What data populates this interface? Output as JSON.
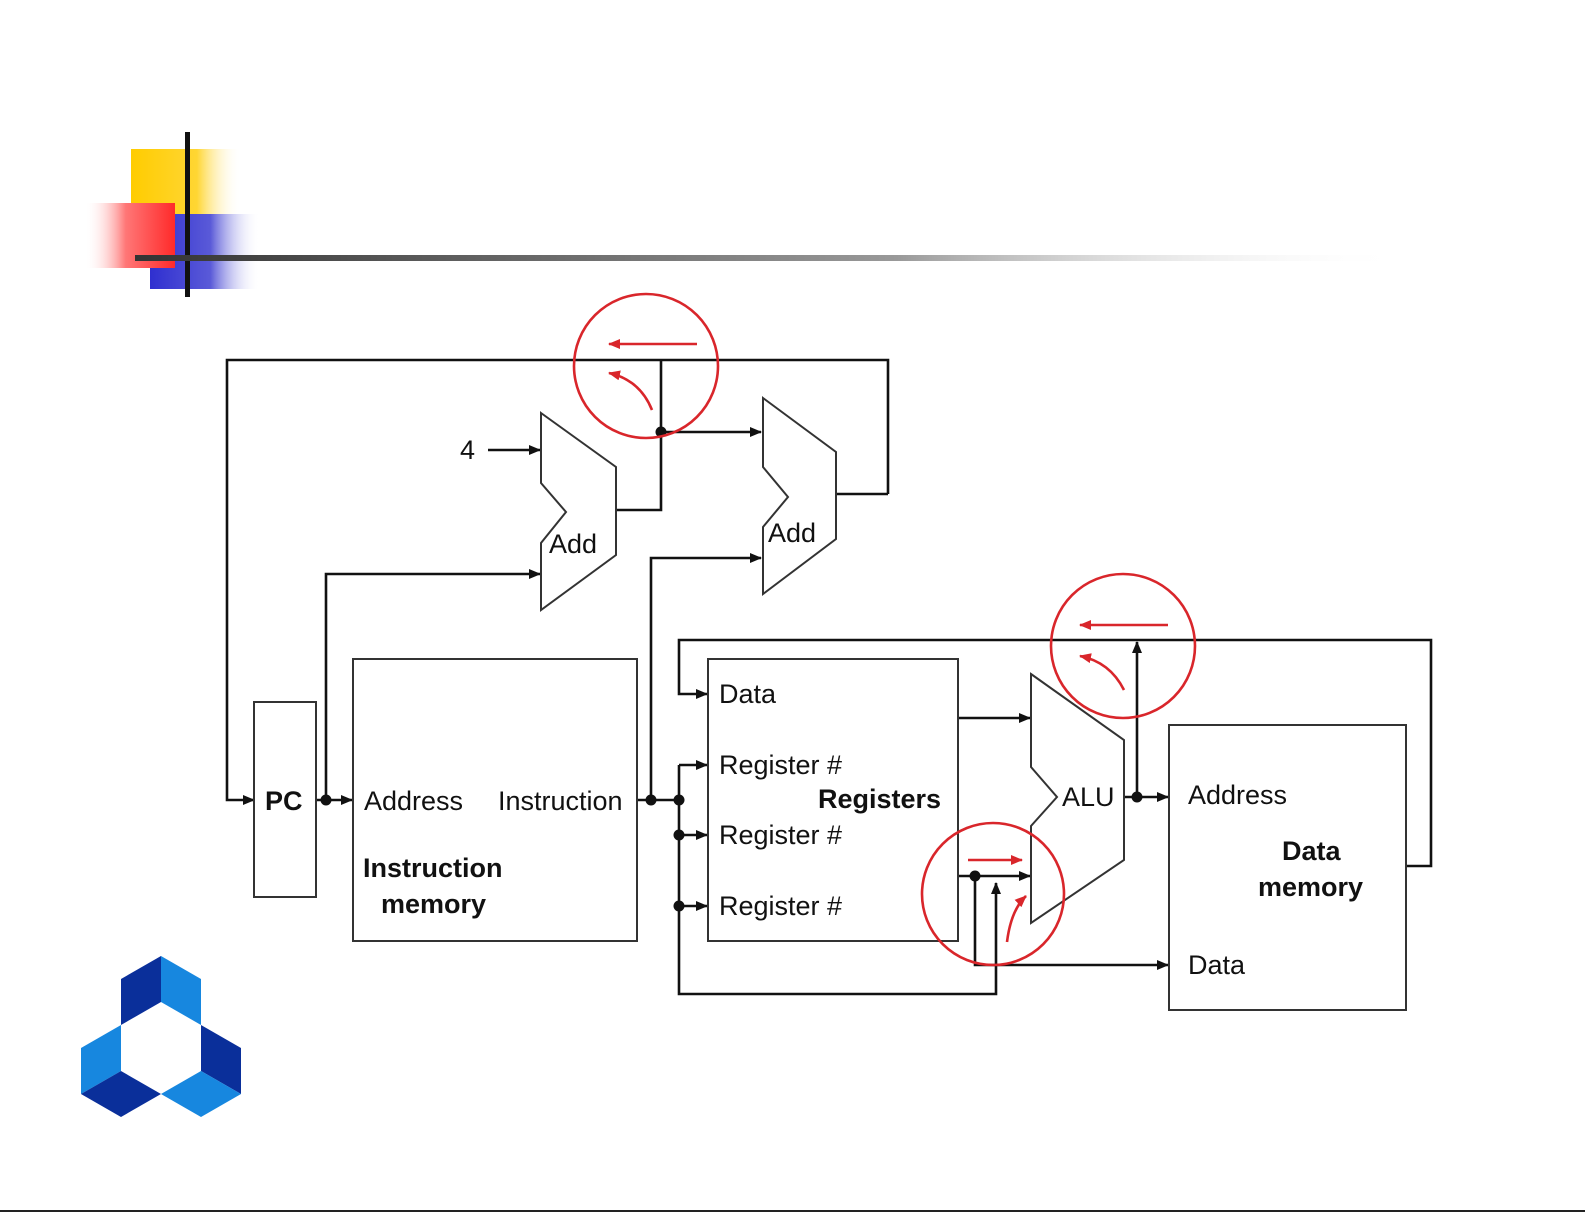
{
  "diagram": {
    "constant_four": "4",
    "adder_pc_label": "Add",
    "adder_branch_label": "Add",
    "pc_label": "PC",
    "imem": {
      "address": "Address",
      "instruction": "Instruction",
      "name_line1": "Instruction",
      "name_line2": "memory"
    },
    "registers": {
      "data": "Data",
      "reg1": "Register #",
      "reg2": "Register #",
      "reg3": "Register #",
      "name": "Registers"
    },
    "alu_label": "ALU",
    "dmem": {
      "address": "Address",
      "data": "Data",
      "name_line1": "Data",
      "name_line2": "memory"
    }
  },
  "colors": {
    "highlight": "#d9262b",
    "logo_yellow": "#ffcc00",
    "logo_red": "#ff2a2a",
    "logo_blue": "#2f2fd0",
    "corner_logo_dark": "#0a2f9a",
    "corner_logo_light": "#1787df"
  }
}
